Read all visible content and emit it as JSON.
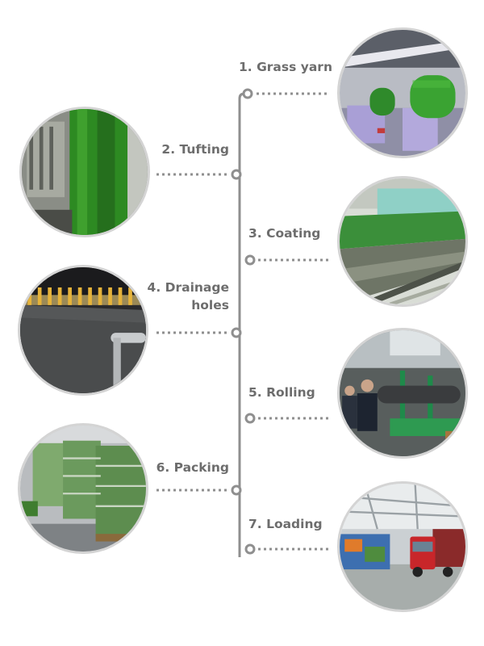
{
  "steps": [
    {
      "label": "1. Grass yarn",
      "photo": "grass-yarn-spools-photo"
    },
    {
      "label": "2. Tufting",
      "photo": "tufting-machine-photo"
    },
    {
      "label": "3. Coating",
      "photo": "coating-line-photo"
    },
    {
      "label": "4. Drainage holes",
      "photo": "drainage-punching-photo"
    },
    {
      "label": "5. Rolling",
      "photo": "rolling-workers-photo"
    },
    {
      "label": "6. Packing",
      "photo": "packed-rolls-photo"
    },
    {
      "label": "7. Loading",
      "photo": "truck-loading-photo"
    }
  ],
  "colors": {
    "line": "#8f8f8f",
    "text": "#6d6d6d",
    "turf": "#3f9a2e",
    "ring": "#d4d4d4"
  }
}
